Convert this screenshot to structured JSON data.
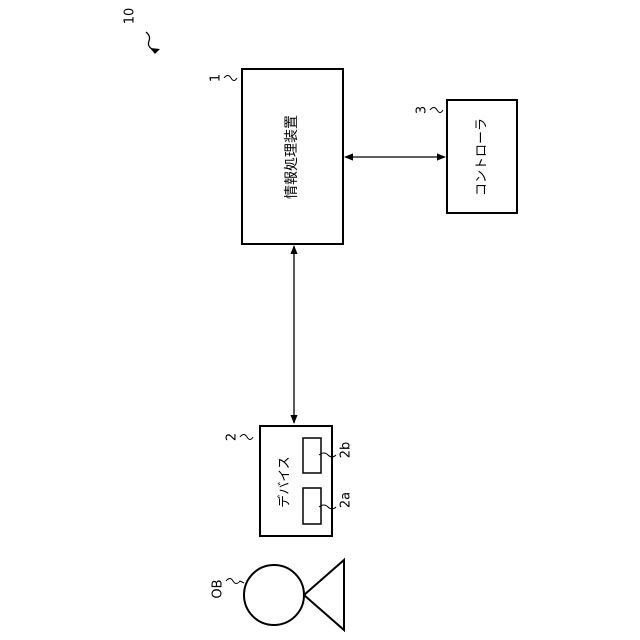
{
  "figure": {
    "ref_system": "10",
    "ref_info_device": "1",
    "ref_controller": "3",
    "ref_device": "2",
    "ref_sub_a": "2a",
    "ref_sub_b": "2b",
    "ref_object": "OB"
  },
  "blocks": {
    "info_device_label": "情報処理装置",
    "controller_label": "コントローラ",
    "device_label": "デバイス"
  }
}
